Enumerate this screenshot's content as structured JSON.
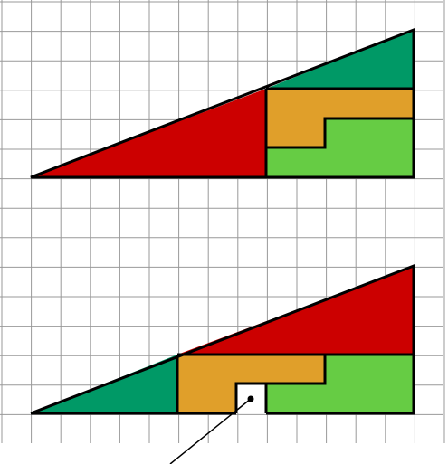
{
  "diagram": {
    "colors": {
      "background": "#ffffff",
      "grid_line": "#999999",
      "outline": "#000000",
      "red_piece": "#cc0000",
      "teal_piece": "#009966",
      "orange_piece": "#e09f2a",
      "green_piece": "#66cc44",
      "hole": "#ffffff"
    },
    "top_figure": {
      "pieces": [
        "red-triangle",
        "teal-triangle",
        "orange-l-piece",
        "green-l-piece"
      ]
    },
    "bottom_figure": {
      "pieces": [
        "teal-triangle",
        "red-triangle",
        "orange-l-piece",
        "green-l-piece"
      ],
      "has_missing_square": true
    }
  }
}
